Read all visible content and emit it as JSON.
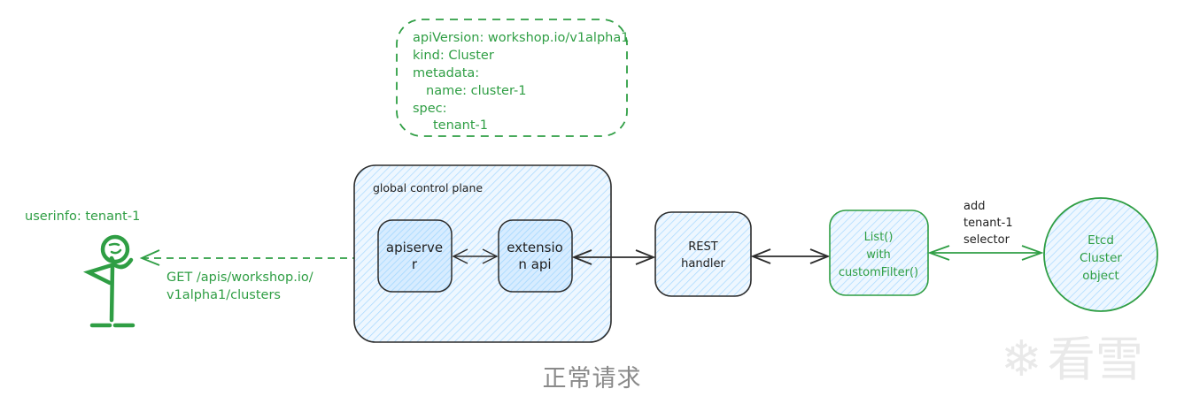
{
  "colors": {
    "green": "#2f9e44",
    "dark": "#1e1e1e",
    "hatch_fill": "#a5d8ff",
    "box_fill": "#e7f5ff",
    "caption": "#8a8a8a"
  },
  "yaml_note": {
    "lines": [
      "apiVersion: workshop.io/v1alpha1",
      "kind: Cluster",
      "metadata:",
      "  name: cluster-1",
      "spec:",
      "  tenant-1"
    ]
  },
  "user": {
    "label": "userinfo: tenant-1",
    "icon": "stick-figure-icon"
  },
  "request_arrow": {
    "lines": [
      "GET /apis/workshop.io/",
      "v1alpha1/clusters"
    ]
  },
  "control_plane": {
    "title": "global control plane",
    "apiserver": [
      "apiserve",
      "r"
    ],
    "extension_api": [
      "extensio",
      "n api"
    ]
  },
  "rest_handler": [
    "REST",
    "handler"
  ],
  "list_box": [
    "List()",
    "with",
    "customFilter()"
  ],
  "selector_note": [
    "add",
    "tenant-1",
    "selector"
  ],
  "etcd": [
    "Etcd",
    "Cluster",
    "object"
  ],
  "caption": "正常请求",
  "watermark": {
    "icon": "snowflake-icon",
    "text": "看雪"
  }
}
